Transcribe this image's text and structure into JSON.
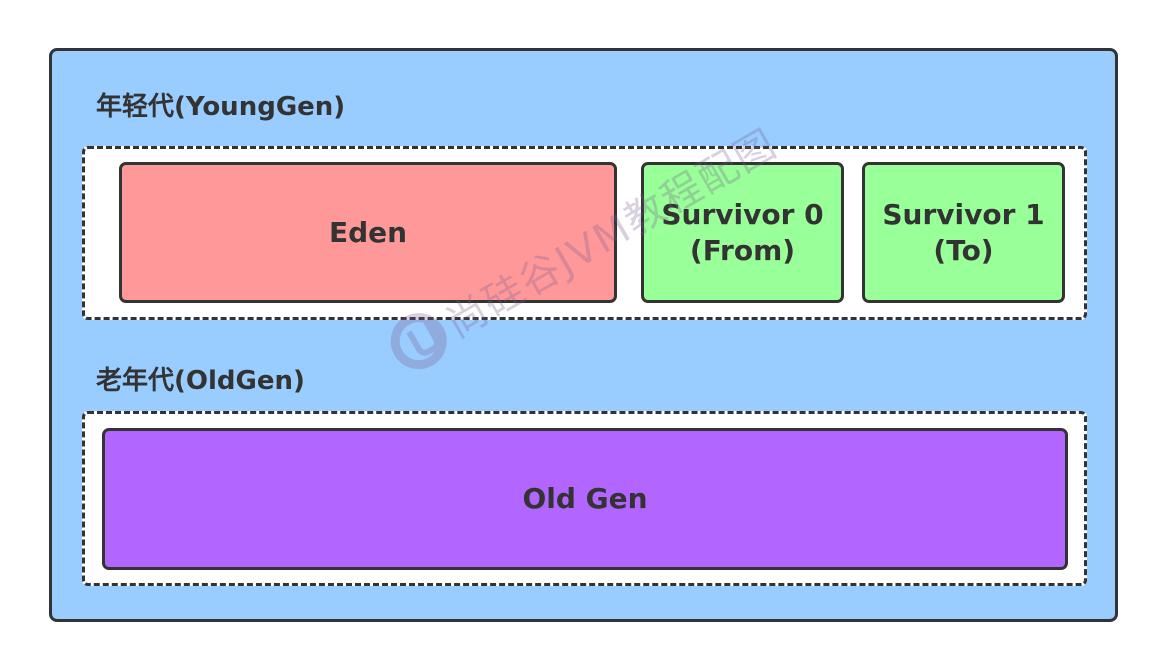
{
  "diagram": {
    "young_gen": {
      "title": "年轻代(YoungGen)",
      "eden": {
        "label": "Eden",
        "color": "#ff9999"
      },
      "survivor0": {
        "line1": "Survivor 0",
        "line2": "(From)",
        "color": "#99ff99"
      },
      "survivor1": {
        "line1": "Survivor 1",
        "line2": "(To)",
        "color": "#99ff99"
      }
    },
    "old_gen": {
      "title": "老年代(OldGen)",
      "box": {
        "label": "Old Gen",
        "color": "#b266ff"
      }
    },
    "heap_color": "#99ccff",
    "watermark": {
      "text": "尚硅谷JVM教程配图",
      "icon": "atguigu-logo-icon"
    }
  }
}
